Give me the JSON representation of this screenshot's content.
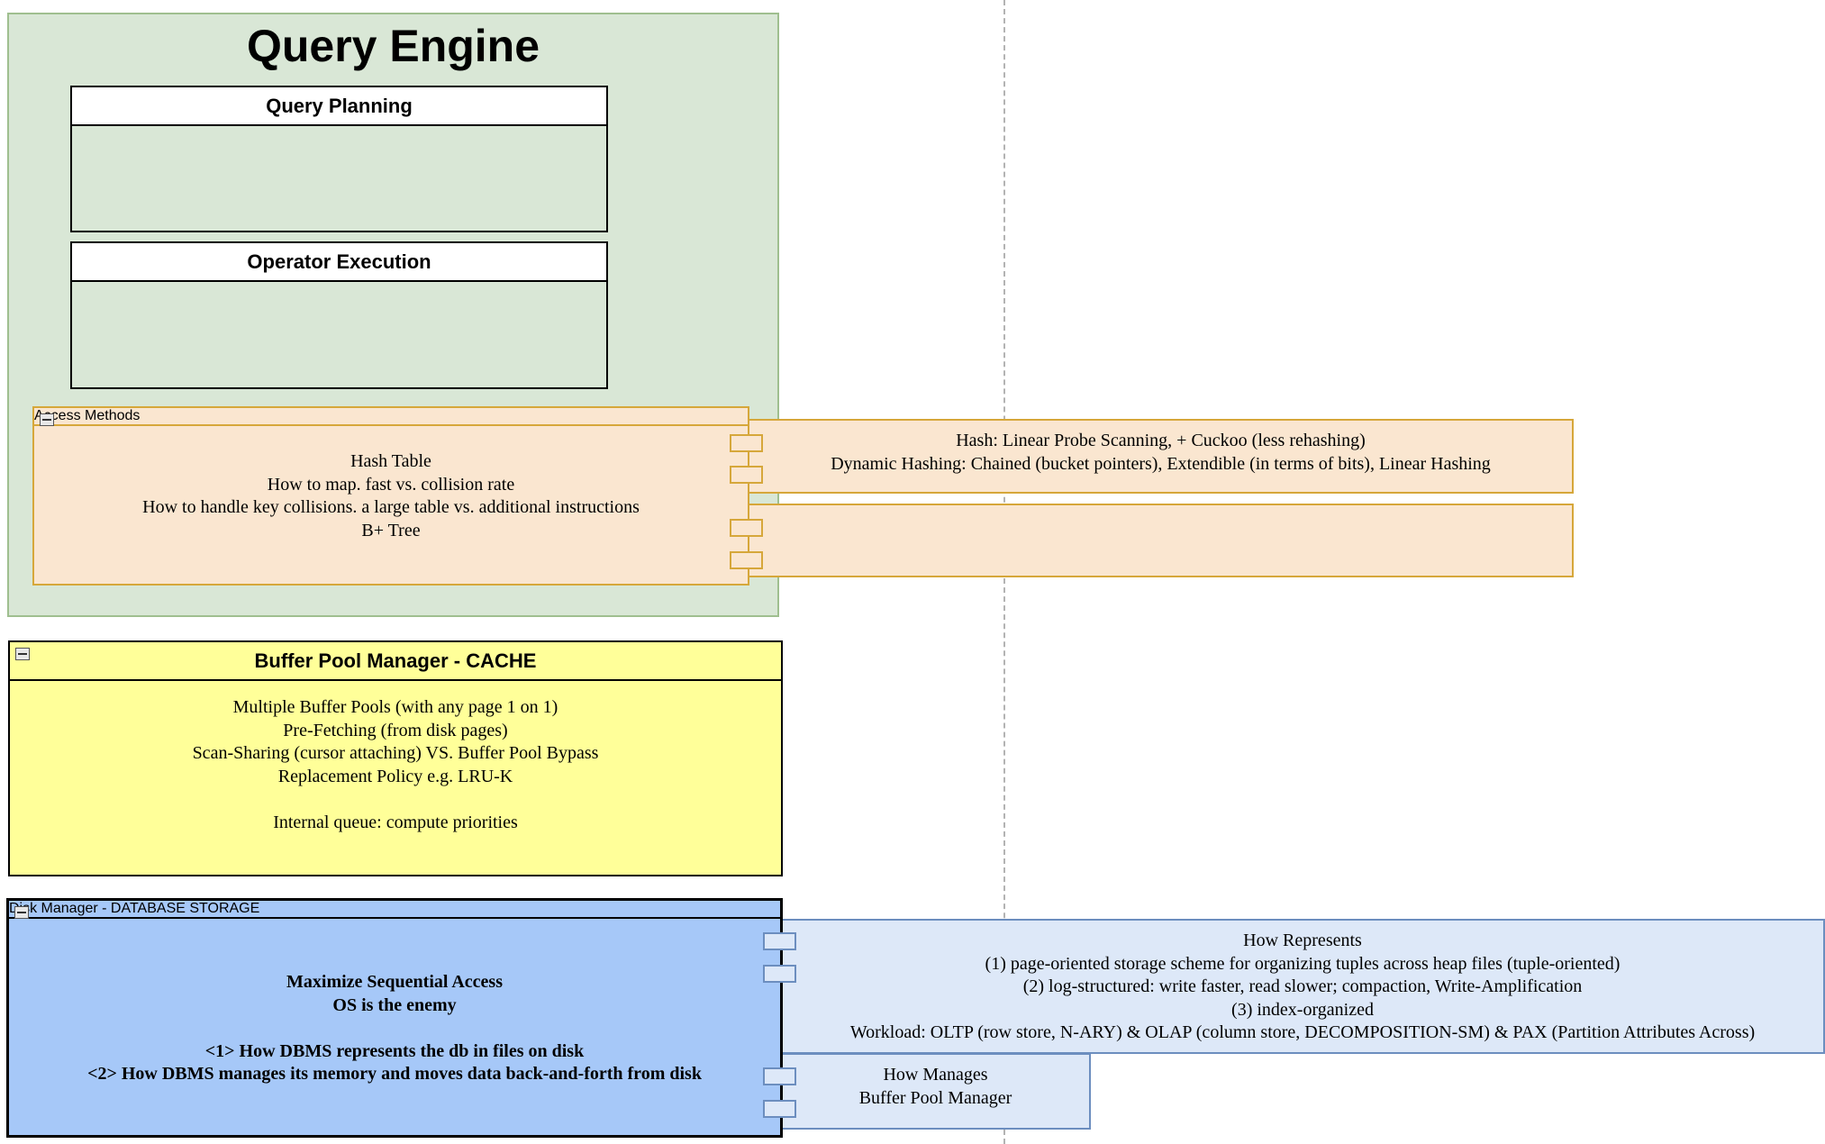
{
  "query_engine": {
    "title": "Query Engine",
    "query_planning": {
      "title": "Query Planning"
    },
    "operator_execution": {
      "title": "Operator Execution"
    },
    "access_methods": {
      "title": "Access Methods",
      "lines": [
        "Hash Table",
        "How to map. fast vs. collision rate",
        "How to handle key collisions. a large table vs. additional instructions",
        "B+ Tree"
      ],
      "hash_note": [
        "Hash: Linear Probe Scanning, + Cuckoo (less rehashing)",
        "Dynamic Hashing: Chained (bucket pointers), Extendible (in terms of bits), Linear Hashing"
      ]
    }
  },
  "buffer_pool": {
    "title": "Buffer Pool Manager - CACHE",
    "lines": [
      "Multiple Buffer Pools (with any page 1 on 1)",
      "Pre-Fetching (from disk pages)",
      "Scan-Sharing (cursor attaching) VS. Buffer Pool Bypass",
      "Replacement Policy e.g. LRU-K",
      "",
      "Internal queue: compute priorities"
    ]
  },
  "disk_manager": {
    "title": "Disk Manager - DATABASE STORAGE",
    "lines": [
      "Maximize Sequential Access",
      "OS is the enemy",
      "",
      "<1> How DBMS represents the db in files on disk",
      "<2> How DBMS manages its memory and moves data back-and-forth from disk"
    ],
    "represents": [
      "How Represents",
      "(1) page-oriented storage scheme for organizing tuples across heap files (tuple-oriented)",
      "(2) log-structured: write faster, read slower; compaction, Write-Amplification",
      "(3) index-organized",
      "Workload: OLTP (row store, N-ARY) & OLAP (column store, DECOMPOSITION-SM) & PAX (Partition Attributes Across)"
    ],
    "manages": [
      "How Manages",
      "Buffer Pool Manager"
    ]
  }
}
